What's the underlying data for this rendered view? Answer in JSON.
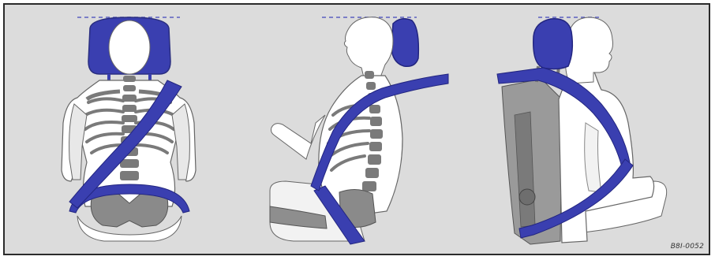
{
  "figure_code": "B8I-0052",
  "colors": {
    "background": "#dcdcdc",
    "belt": "#3a3fb0",
    "headrest": "#3a3fb0",
    "body": "#ffffff",
    "outline": "#555555",
    "skeleton": "#7a7a7a",
    "seat": "#8e8e8e"
  },
  "panels": [
    {
      "name": "front-view"
    },
    {
      "name": "side-view-left"
    },
    {
      "name": "side-view-right"
    }
  ]
}
